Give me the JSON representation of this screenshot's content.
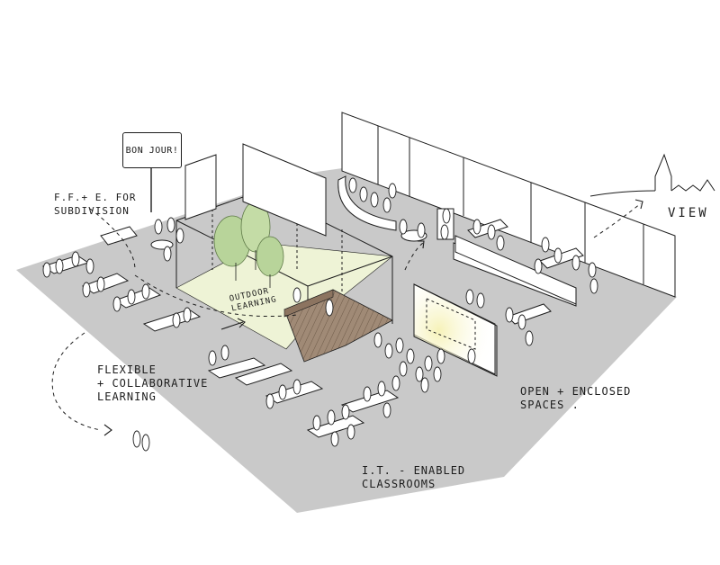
{
  "labels": {
    "ffe": [
      "F.F.+ E. FOR",
      "SUBDIVISION"
    ],
    "flexible": [
      "FLEXIBLE",
      "+ COLLABORATIVE",
      "LEARNING"
    ],
    "it": [
      "I.T. - ENABLED",
      "CLASSROOMS"
    ],
    "open": [
      "OPEN + ENCLOSED",
      "SPACES ."
    ],
    "view": "VIEW",
    "outdoor": [
      "OUTDOOR",
      "LEARNING"
    ],
    "sign": "BON JOUR!"
  },
  "colors": {
    "floor": "#c9c9c9",
    "ink": "#1d1d1d",
    "tree": "#b8d49a",
    "courtyard": "#eef3d6",
    "deck": "#a08a76",
    "screen_glow": "#f6f2b8"
  }
}
